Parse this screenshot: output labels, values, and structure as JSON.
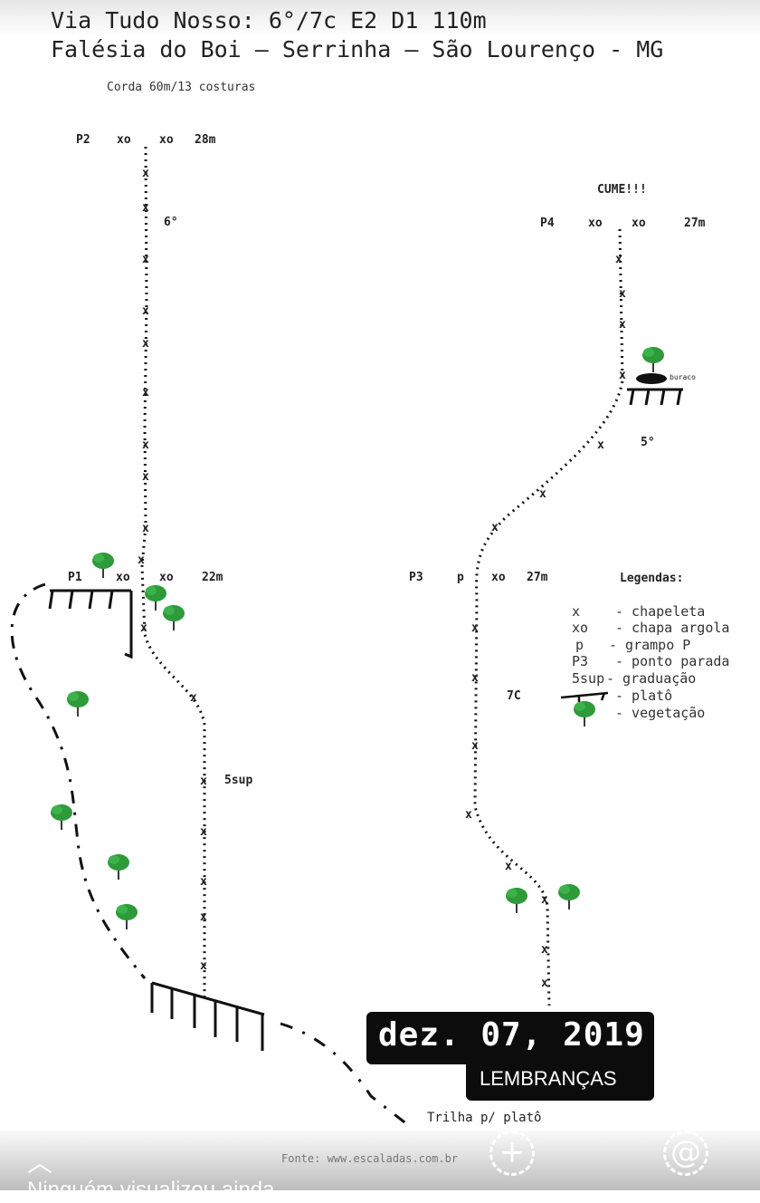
{
  "title_line1": "Via Tudo Nosso: 6°/7c E2 D1 110m",
  "title_line2": "Falésia do Boi — Serrinha — São Lourenço - MG",
  "rope_info": "Corda 60m/13 costuras",
  "topo": {
    "p2": {
      "name": "P2",
      "a": "xo",
      "b": "xo",
      "len": "28m"
    },
    "p1": {
      "name": "P1",
      "a": "xo",
      "b": "xo",
      "len": "22m"
    },
    "p3": {
      "name": "P3",
      "a": "p",
      "b": "xo",
      "len": "27m"
    },
    "p4": {
      "name": "P4",
      "a": "xo",
      "b": "xo",
      "len": "27m"
    },
    "summit": "CUME!!!",
    "grade_p2": "6°",
    "grade_p4": "5°",
    "grade_p1": "5sup",
    "grade_p3": "7C",
    "hole": "buraco",
    "trail": "Trilha p/ platô"
  },
  "legend": {
    "title": "Legendas:",
    "items": [
      {
        "sym": "x",
        "desc": "- chapeleta"
      },
      {
        "sym": "xo",
        "desc": "- chapa argola"
      },
      {
        "sym": "p",
        "desc": "- grampo P"
      },
      {
        "sym": "P3",
        "desc": "- ponto parada"
      },
      {
        "sym": "5sup",
        "desc": "- graduação"
      },
      {
        "sym": "",
        "desc": "- platô"
      },
      {
        "sym": "",
        "desc": "- vegetação"
      }
    ]
  },
  "story": {
    "date": "dez. 07, 2019",
    "tag": "LEMBRANÇAS",
    "source": "Fonte: www.escaladas.com.br",
    "viewers": "Ninguém visualizou ainda"
  },
  "colors": {
    "tree": "#2e9a3a",
    "ink": "#111111"
  }
}
